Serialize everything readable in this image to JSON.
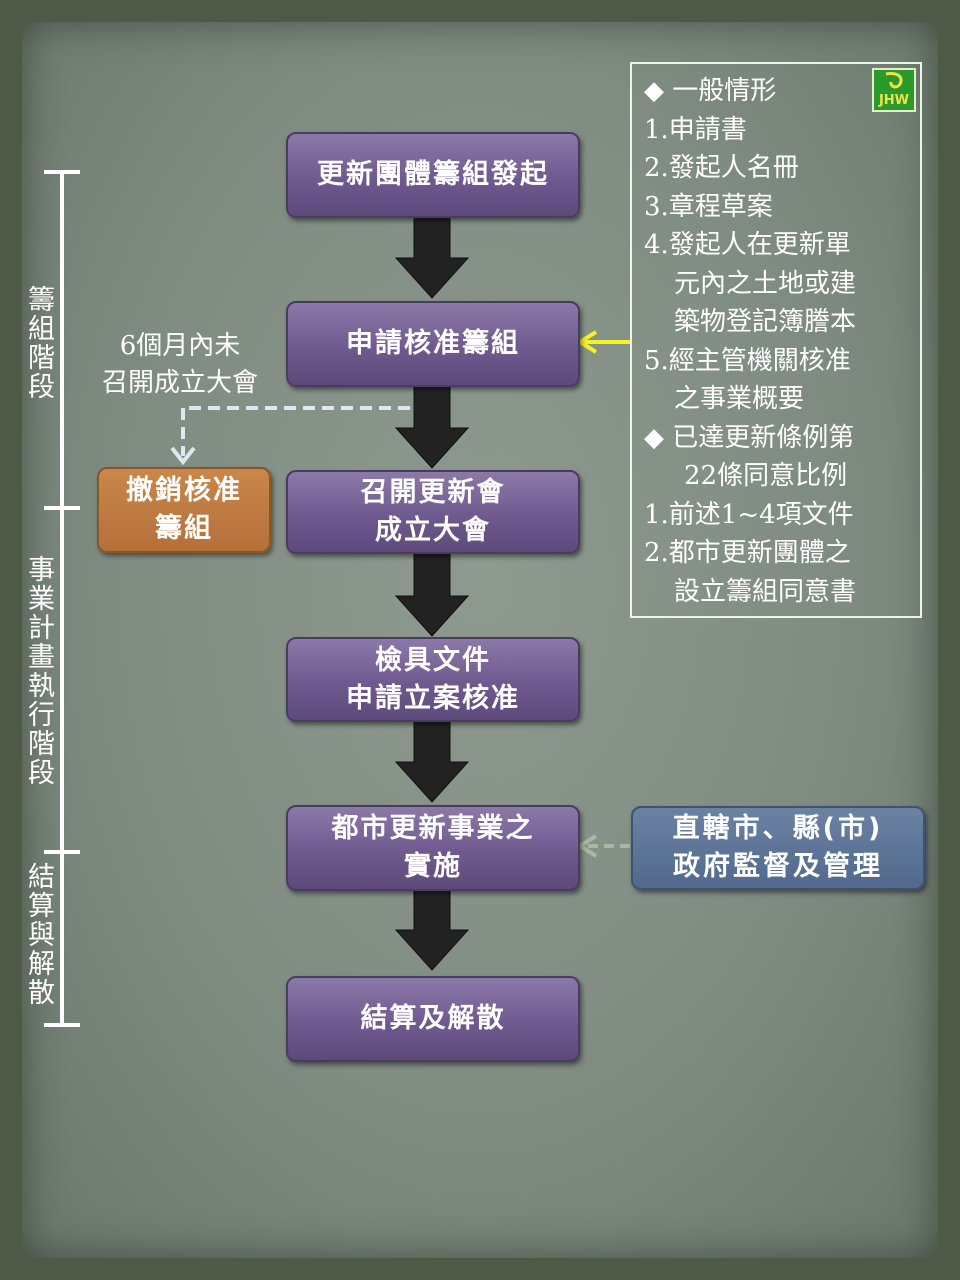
{
  "phases": [
    {
      "label": "籌組階段"
    },
    {
      "label": "事業計畫執行階段"
    },
    {
      "label": "結算與解散"
    }
  ],
  "steps": [
    {
      "line1": "更新團體籌組發起",
      "line2": ""
    },
    {
      "line1": "申請核准籌組",
      "line2": ""
    },
    {
      "line1": "召開更新會",
      "line2": "成立大會"
    },
    {
      "line1": "檢具文件",
      "line2": "申請立案核准"
    },
    {
      "line1": "都市更新事業之",
      "line2": "實施"
    },
    {
      "line1": "結算及解散",
      "line2": ""
    }
  ],
  "revoke": {
    "line1": "撤銷核准",
    "line2": "籌組"
  },
  "timeout_note": {
    "line1": "6個月內未",
    "line2": "召開成立大會"
  },
  "supervision": {
    "line1": "直轄市、縣(市)",
    "line2": "政府監督及管理"
  },
  "info_panel": {
    "lines": [
      {
        "text": "◆  一般情形",
        "indent": false
      },
      {
        "text": "1.申請書",
        "indent": false
      },
      {
        "text": "2.發起人名冊",
        "indent": false
      },
      {
        "text": "3.章程草案",
        "indent": false
      },
      {
        "text": "4.發起人在更新單",
        "indent": false
      },
      {
        "text": "元內之土地或建",
        "indent": true
      },
      {
        "text": "築物登記簿謄本",
        "indent": true
      },
      {
        "text": "5.經主管機關核准",
        "indent": false
      },
      {
        "text": "之事業概要",
        "indent": true
      },
      {
        "text": "◆  已達更新條例第",
        "indent": false
      },
      {
        "text": "22條同意比例",
        "indent": true
      },
      {
        "text": "1.前述1~4項文件",
        "indent": false
      },
      {
        "text": "2.都市更新團體之",
        "indent": false
      },
      {
        "text": "設立籌組同意書",
        "indent": true
      }
    ]
  },
  "logo": {
    "text": "JHW"
  },
  "colors": {
    "step_fill": "#6f5a8f",
    "revoke_fill": "#b5703a",
    "supervision_fill": "#51698c",
    "yellow_arrow": "#f4f02a",
    "dashed_arrow": "#dfe6ee",
    "green_dashed_arrow": "#a9b99f",
    "flow_arrow": "#222222"
  }
}
